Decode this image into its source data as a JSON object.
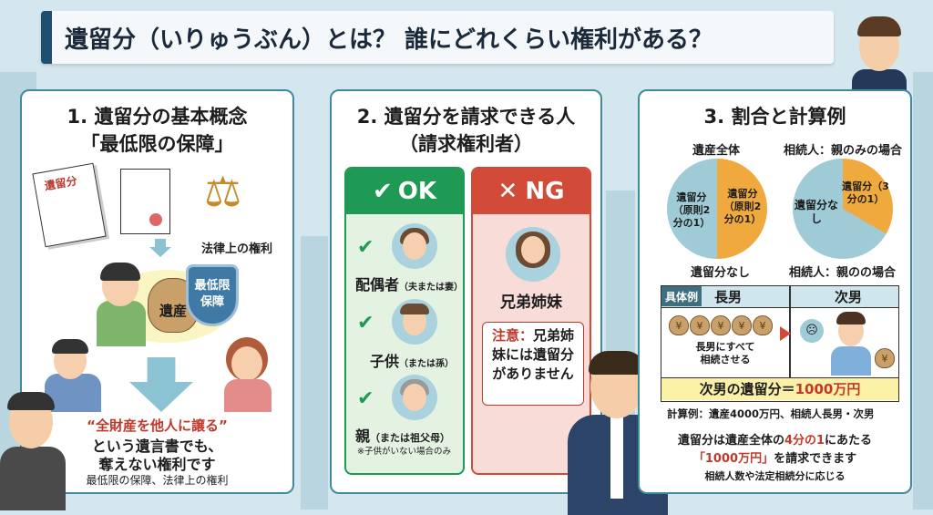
{
  "title": "遺留分（いりゅうぶん）とは？ 誰にどれくらい権利がある？",
  "panel1": {
    "title_line1": "1. 遺留分の基本概念",
    "title_line2": "「最低限の保障」",
    "doc_label": "遺留分",
    "scale_label": "法律上の権利",
    "bag_label": "遺産",
    "shield_label_line1": "最低限",
    "shield_label_line2": "保障",
    "quote": "“全財産を他人に譲る”",
    "text_line1": "という遺言書でも、",
    "text_line2": "奪えない権利です",
    "note": "最低限の保障、法律上の権利"
  },
  "panel2": {
    "title_line1": "2. 遺留分を請求できる人",
    "title_line2": "（請求権利者）",
    "ok": {
      "icon": "check-icon",
      "label": "OK",
      "color": "#1f9a55",
      "items": [
        {
          "main": "配偶者",
          "sub": "（夫または妻）"
        },
        {
          "main": "子供",
          "sub": "（または孫）"
        },
        {
          "main": "親",
          "sub": "（または祖父母）",
          "note": "※子供がいない場合のみ"
        }
      ]
    },
    "ng": {
      "icon": "x-icon",
      "label": "NG",
      "color": "#d24a38",
      "item": "兄弟姉妹",
      "notice_label": "注意：",
      "notice_text": "兄弟姉妹には遺留分がありません"
    }
  },
  "panel3": {
    "title": "3. 割合と計算例",
    "pie1": {
      "title": "遺産全体",
      "left_label": "遺留分（原則2分の1）",
      "right_label": "遺留分（原則2分の1）",
      "bottom_label": "遺留分なし",
      "share": 0.5
    },
    "pie2": {
      "title": "相続人：親のみの場合",
      "slice_label": "遺留分（3分の1）",
      "rest_label": "遺留分なし",
      "bottom_label": "相続人：親のの場合",
      "share": 0.3333
    },
    "example": {
      "tag": "具体例",
      "col1": "長男",
      "col2": "次男",
      "bag_symbol": "¥",
      "caption_line1": "長男にすべて",
      "caption_line2": "相続させる",
      "result_prefix": "次男の遺留分＝",
      "result_value": "1000万円"
    },
    "calc": "計算例：遺産4000万円、相続人長男・次男",
    "summary_a": "遺留分は遺産全体の",
    "summary_b": "4分の1",
    "summary_c": "にあたる",
    "summary_d": "「1000万円」",
    "summary_e": "を請求できます",
    "footnote": "相続人数や法定相続分に応じる"
  },
  "colors": {
    "accent_blue": "#3f8aa1",
    "pie_blue": "#9ecbd6",
    "pie_orange": "#f0a93c",
    "red_text": "#c0392b",
    "ok_green": "#1f9a55",
    "ng_red": "#d24a38"
  }
}
